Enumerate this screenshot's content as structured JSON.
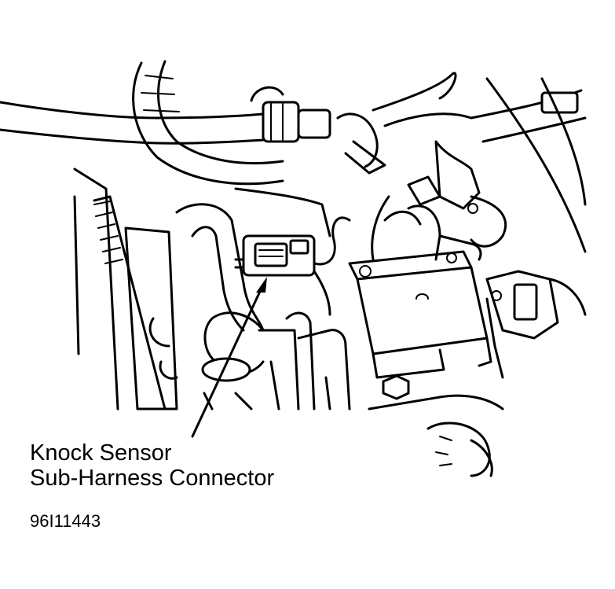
{
  "figure": {
    "callout_line1": "Knock Sensor",
    "callout_line2": "Sub-Harness Connector",
    "figure_id": "96I11443"
  },
  "colors": {
    "ink": "#000000",
    "paper": "#ffffff"
  }
}
